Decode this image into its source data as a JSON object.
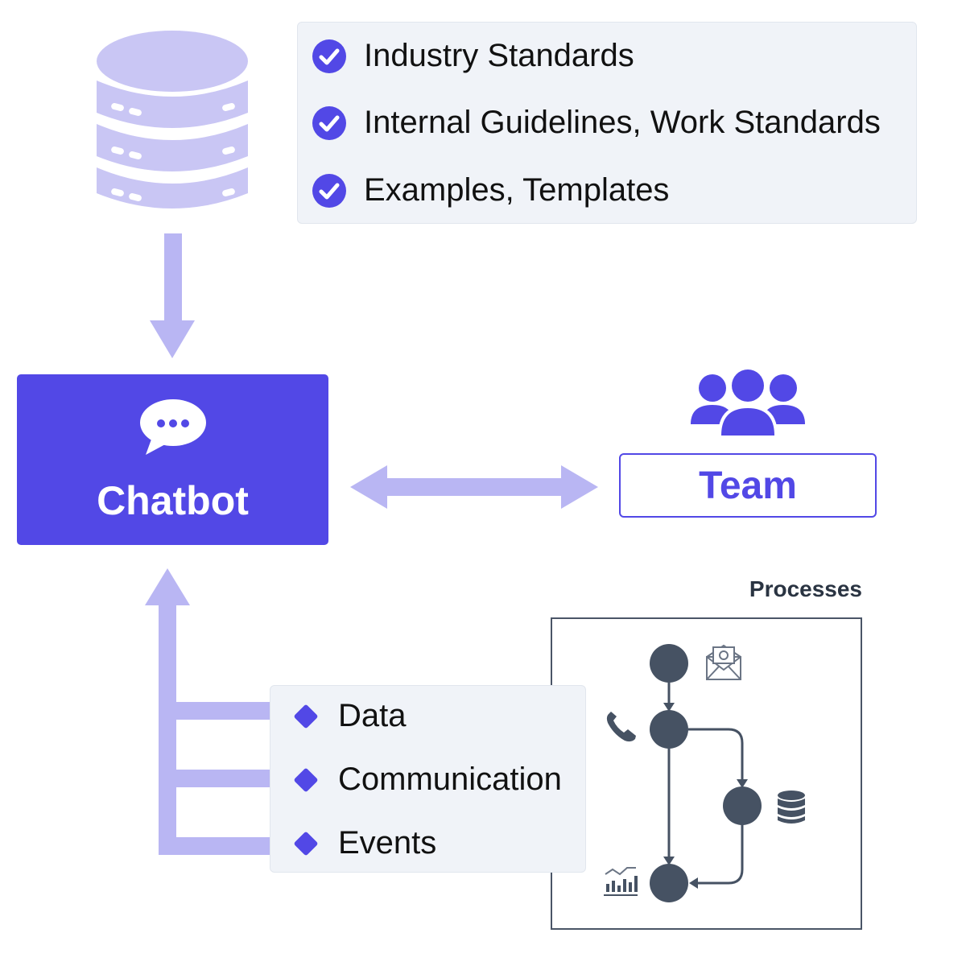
{
  "knowledge": {
    "items": [
      {
        "label": "Industry Standards"
      },
      {
        "label": "Internal Guidelines, Work Standards"
      },
      {
        "label": "Examples, Templates"
      }
    ]
  },
  "chatbot": {
    "label": "Chatbot"
  },
  "team": {
    "label": "Team"
  },
  "sources": {
    "items": [
      {
        "label": "Data"
      },
      {
        "label": "Communication"
      },
      {
        "label": "Events"
      }
    ]
  },
  "processes": {
    "title": "Processes"
  },
  "icons": {
    "database": "database-icon",
    "check": "check-circle-icon",
    "chat": "chat-bubble-icon",
    "team": "team-icon",
    "diamond": "diamond-bullet-icon",
    "email": "email-icon",
    "phone": "phone-icon",
    "small_database": "database-icon",
    "analytics": "analytics-icon"
  },
  "colors": {
    "primary": "#5248e6",
    "light": "#b9b6f3",
    "database": "#c9c6f4",
    "panel": "#f0f3f8",
    "node": "#465263"
  }
}
